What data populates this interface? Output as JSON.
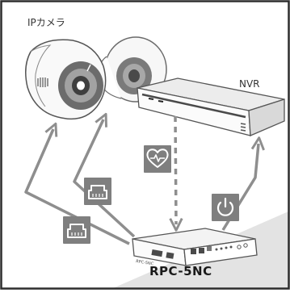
{
  "labels": {
    "camera": "IPカメラ",
    "nvr": "NVR",
    "rpc": "RPC-5NC",
    "device_face": "RPC-5NC"
  },
  "icons": {
    "ethernet": "ethernet-port-icon",
    "heartbeat": "heart-pulse-icon",
    "power": "power-icon"
  },
  "colors": {
    "frame": "#2d2d2d",
    "arrow": "#8e8e8e",
    "icon_box": "#7f7f7f",
    "device": "#e9e9e9"
  }
}
